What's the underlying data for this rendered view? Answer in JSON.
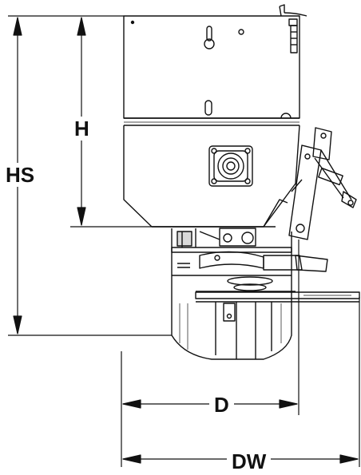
{
  "dimensions": {
    "hs": "HS",
    "h": "H",
    "d": "D",
    "dw": "DW"
  },
  "colors": {
    "line": "#111111",
    "shade": "#d9d9d9",
    "background": "#ffffff"
  }
}
